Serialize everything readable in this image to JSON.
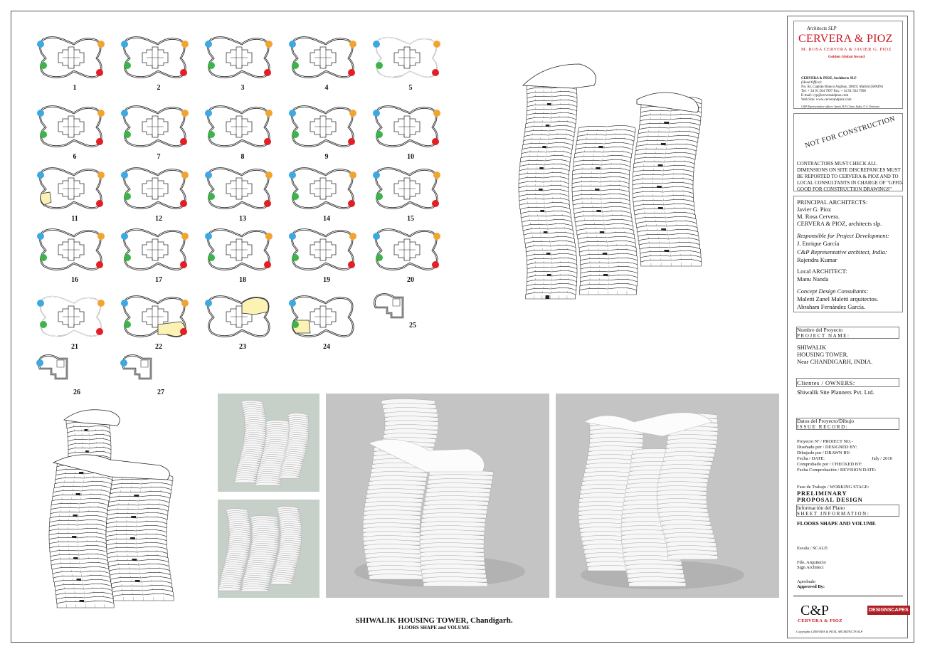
{
  "floor_plan_labels": [
    "1",
    "2",
    "3",
    "4",
    "5",
    "6",
    "7",
    "8",
    "9",
    "10",
    "11",
    "12",
    "13",
    "14",
    "15",
    "16",
    "17",
    "18",
    "19",
    "20",
    "21",
    "22",
    "23",
    "24",
    "25",
    "26",
    "27"
  ],
  "caption": {
    "title": "SHIWALIK HOUSING TOWER, Chandigarh.",
    "subtitle": "FLOORS SHAPE and VOLUME"
  },
  "colors": {
    "blue": "#3fa8e0",
    "orange": "#f3a430",
    "green": "#3cb44a",
    "red": "#e31e24",
    "yellow_fill": "#fbf2b4",
    "brand_red": "#c8141e",
    "render_bg": "#c6cfc8"
  },
  "title_block": {
    "logo_top": "Architects SLP",
    "logo_main": "CERVERA & PIOZ",
    "logo_sub": "M. ROSA CERVERA & JAVIER G. PIOZ",
    "logo_award": "Golden Global Award",
    "office_name": "CERVERA & PIOZ, Architects SLP",
    "office_head": "(Head Office):",
    "office_address": "No. 84, Capitán Blanco Argibay, 28029, Madrid (SPAIN)",
    "office_phone": "Tel: + 34 91 564 7997  Fax: + 34 91 564 7996",
    "office_email": "E-mail: cyp@cerverandpioz.com",
    "office_web": "Web Site: www.cerverandpioz.com",
    "office_reps": "C&P Representative offices: Spain, R.P. China, India, U.A. Emirates",
    "not_for_construction": "NOT FOR CONSTRUCTION",
    "nc_text": "CONTRACTORS MUST CHECK ALL DIMENSIONS ON SITE DISCREPANCES MUST BE REPORTED TO CERVERA & PIOZ AND TO LOCAL CONSULTANTS IN CHARGE OF \"GFFD-GOOD FOR CONSTRUCTION DRAWINGS\"",
    "principal_architects_label": "PRINCIPAL ARCHITECTS:",
    "principal_1": "Javier G. Pioz",
    "principal_2": "M. Rosa Cervera.",
    "principal_3": "CERVERA & PIOZ, architects slp.",
    "project_dev_label": "Responsible for Project Development:",
    "project_dev": "J. Enrique García",
    "rep_label": "C&P Representative architect, India:",
    "rep": "Rajendra Kumar",
    "local_label": "Local ARCHITECT:",
    "local": "Manu Nanda",
    "consultants_label": "Concept Design Consultants:",
    "consultant_1": "Maletti Zanel Maletti arquitectos.",
    "consultant_2": "Abraham Fernández García.",
    "project_name_es": "Nombre del Proyecto",
    "project_name_en": "PROJECT NAME:",
    "project_name_1": "SHIWALIK",
    "project_name_2": "HOUSING TOWER.",
    "project_name_3": "Near CHANDIGARH, INDIA.",
    "owners_label": "Clientes / OWNERS:",
    "owners": "Shiwalik Site Planners Pvt. Ltd.",
    "issue_es": "Datos del Proyecto/Dibujo",
    "issue_en": "ISSUE RECORD:",
    "project_no": "Proyecto Nº / PROJECT NO.-",
    "designed_by": "Diseñado por / DESIGNED BY:",
    "drawn_by": "Dibujado por / DRAWN BY:",
    "date_label": "Fecha / DATE:",
    "date_value": "July / 2010",
    "checked_by": "Comprobado por / CHECKED BY:",
    "revision_date": "Fecha Comprobación / REVISION DATE:",
    "stage_label": "Fase de Trabajo / WORKING STAGE:",
    "stage_1": "PRELIMINARY",
    "stage_2": "PROPOSAL DESIGN",
    "sheet_info_es": "Información del Plano",
    "sheet_info_en": "SHEET INFORMATION:",
    "sheet_info": "FLOORS SHAPE AND VOLUME",
    "scale_label": "Escala / SCALE:",
    "sign_1": "Fdo. Arquitecto",
    "sign_2": "Sign Architect",
    "approved_1": "Aprobado",
    "approved_2": "Approved By:",
    "cp_logo": "C&P",
    "cp_sub": "CERVERA & PIOZ",
    "ds_logo": "DESIGNSCAPES",
    "copyright": "Copyrights CERVERA & PIOZ, ARCHITECTS SLP"
  }
}
